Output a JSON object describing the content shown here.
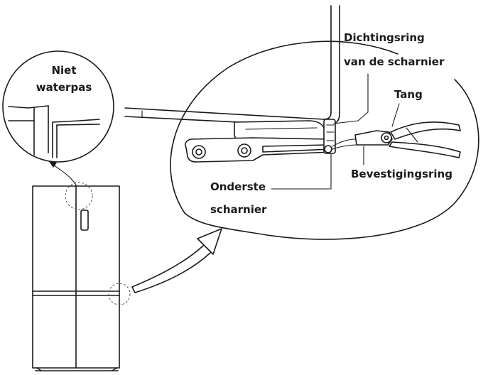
{
  "labels": {
    "niet_waterpas_line1": "Niet",
    "niet_waterpas_line2": "waterpas",
    "dichtingsring_line1": "Dichtingsring",
    "dichtingsring_line2": "van de scharnier",
    "tang": "Tang",
    "bevestigingsring": "Bevestigingsring",
    "onderste_line1": "Onderste",
    "onderste_line2": "scharnier"
  }
}
